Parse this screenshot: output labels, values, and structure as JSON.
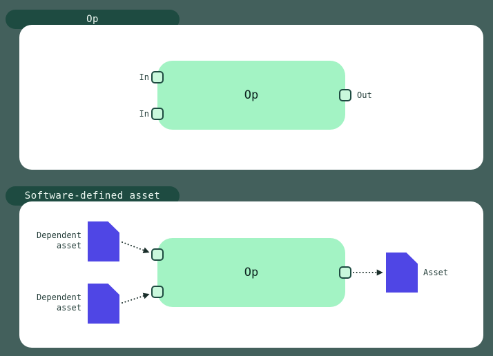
{
  "colors": {
    "background": "#43605C",
    "pill": "#1E4B41",
    "pill_text": "#ECF7F1",
    "card": "#FFFFFF",
    "op_box": "#A3F3C4",
    "op_text": "#0D2420",
    "handle_fill": "#C9F8DC",
    "handle_border": "#1E4B41",
    "label_text": "#27403C",
    "doc": "#4F46E5",
    "arrow": "#1A2E2A"
  },
  "sections": [
    {
      "title": "Op",
      "op_label": "Op",
      "inputs": [
        "In",
        "In"
      ],
      "output": "Out"
    },
    {
      "title": "Software-defined asset",
      "op_label": "Op",
      "dependents": [
        "Dependent asset",
        "Dependent asset"
      ],
      "asset_label": "Asset"
    }
  ]
}
